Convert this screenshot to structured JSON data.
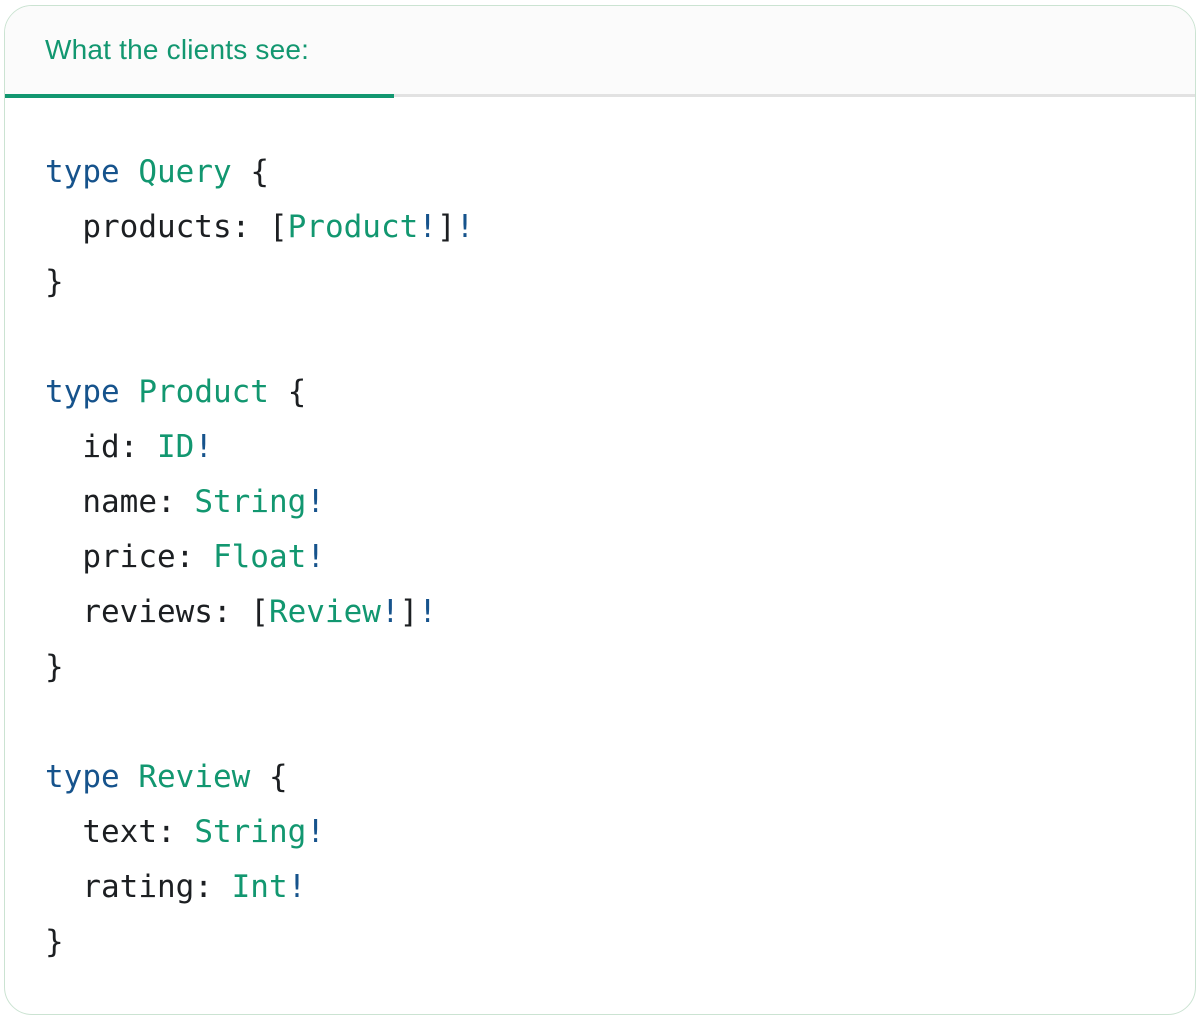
{
  "tab": {
    "label": "What the clients see:"
  },
  "colors": {
    "accent_green": "#129770",
    "keyword_blue": "#16538c",
    "bang_blue": "#16538c",
    "code_text": "#1c1f22",
    "divider_gray": "#e2e2e2",
    "header_bg": "#fbfbfb",
    "card_border": "#cbe3d2",
    "card_bg": "#ffffff"
  },
  "code": {
    "language": "graphql",
    "lines": [
      [
        {
          "c": "kw",
          "s": "type"
        },
        {
          "c": "pl",
          "s": " "
        },
        {
          "c": "ty",
          "s": "Query"
        },
        {
          "c": "pl",
          "s": " {"
        }
      ],
      [
        {
          "c": "pl",
          "s": "  products: ["
        },
        {
          "c": "ty",
          "s": "Product"
        },
        {
          "c": "bg",
          "s": "!"
        },
        {
          "c": "pl",
          "s": "]"
        },
        {
          "c": "bg",
          "s": "!"
        }
      ],
      [
        {
          "c": "pl",
          "s": "}"
        }
      ],
      [],
      [
        {
          "c": "kw",
          "s": "type"
        },
        {
          "c": "pl",
          "s": " "
        },
        {
          "c": "ty",
          "s": "Product"
        },
        {
          "c": "pl",
          "s": " {"
        }
      ],
      [
        {
          "c": "pl",
          "s": "  id: "
        },
        {
          "c": "ty",
          "s": "ID"
        },
        {
          "c": "bg",
          "s": "!"
        }
      ],
      [
        {
          "c": "pl",
          "s": "  name: "
        },
        {
          "c": "ty",
          "s": "String"
        },
        {
          "c": "bg",
          "s": "!"
        }
      ],
      [
        {
          "c": "pl",
          "s": "  price: "
        },
        {
          "c": "ty",
          "s": "Float"
        },
        {
          "c": "bg",
          "s": "!"
        }
      ],
      [
        {
          "c": "pl",
          "s": "  reviews: ["
        },
        {
          "c": "ty",
          "s": "Review"
        },
        {
          "c": "bg",
          "s": "!"
        },
        {
          "c": "pl",
          "s": "]"
        },
        {
          "c": "bg",
          "s": "!"
        }
      ],
      [
        {
          "c": "pl",
          "s": "}"
        }
      ],
      [],
      [
        {
          "c": "kw",
          "s": "type"
        },
        {
          "c": "pl",
          "s": " "
        },
        {
          "c": "ty",
          "s": "Review"
        },
        {
          "c": "pl",
          "s": " {"
        }
      ],
      [
        {
          "c": "pl",
          "s": "  text: "
        },
        {
          "c": "ty",
          "s": "String"
        },
        {
          "c": "bg",
          "s": "!"
        }
      ],
      [
        {
          "c": "pl",
          "s": "  rating: "
        },
        {
          "c": "ty",
          "s": "Int"
        },
        {
          "c": "bg",
          "s": "!"
        }
      ],
      [
        {
          "c": "pl",
          "s": "}"
        }
      ]
    ]
  }
}
